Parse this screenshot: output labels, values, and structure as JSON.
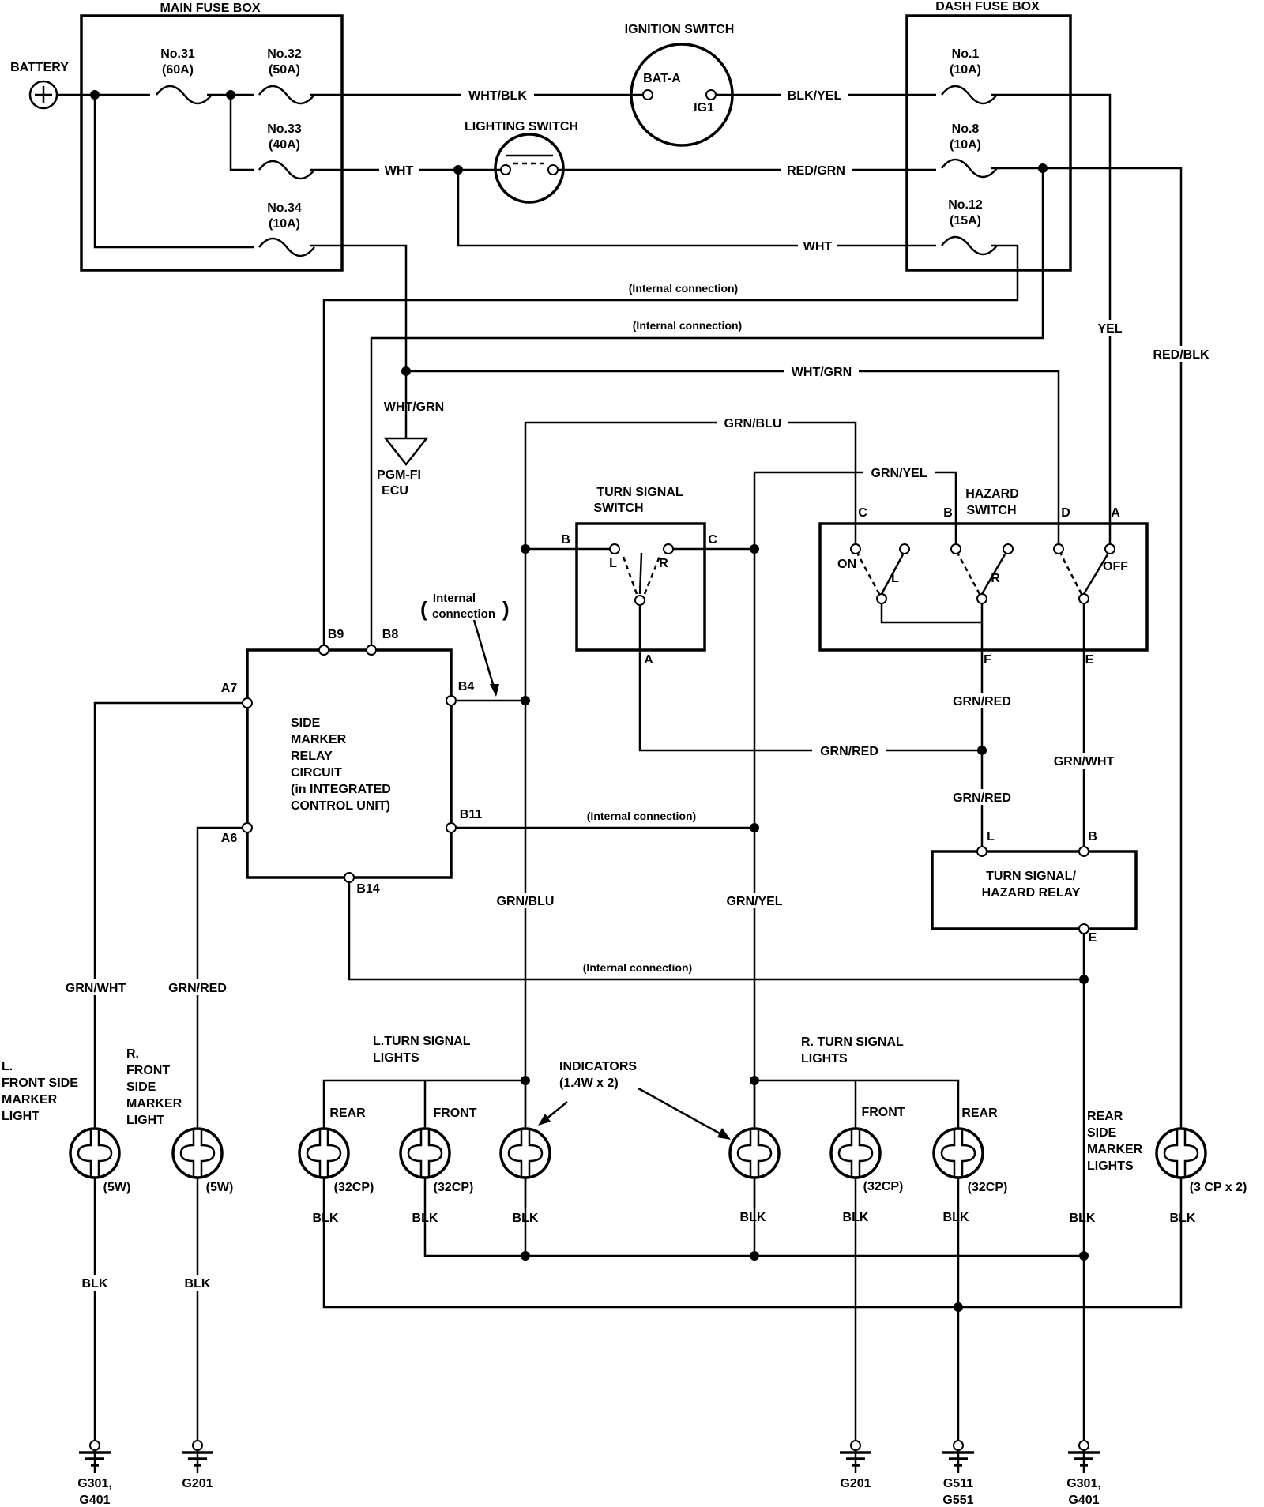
{
  "battery": {
    "label": "BATTERY"
  },
  "main_fuse_box": {
    "title": "MAIN FUSE BOX",
    "fuses": [
      {
        "id": "No.31",
        "rating": "(60A)"
      },
      {
        "id": "No.32",
        "rating": "(50A)"
      },
      {
        "id": "No.33",
        "rating": "(40A)"
      },
      {
        "id": "No.34",
        "rating": "(10A)"
      }
    ]
  },
  "dash_fuse_box": {
    "title": "DASH FUSE BOX",
    "fuses": [
      {
        "id": "No.1",
        "rating": "(10A)"
      },
      {
        "id": "No.8",
        "rating": "(10A)"
      },
      {
        "id": "No.12",
        "rating": "(15A)"
      }
    ]
  },
  "ignition_switch": {
    "title": "IGNITION SWITCH",
    "bat": "BAT-A",
    "ig": "IG1"
  },
  "lighting_switch": {
    "title": "LIGHTING SWITCH"
  },
  "wires": {
    "wht_blk": "WHT/BLK",
    "blk_yel": "BLK/YEL",
    "wht_1": "WHT",
    "red_grn": "RED/GRN",
    "wht_2": "WHT",
    "internal_1": "(Internal connection)",
    "internal_2": "(Internal connection)",
    "yel": "YEL",
    "red_blk": "RED/BLK",
    "wht_grn_1": "WHT/GRN",
    "wht_grn_2": "WHT/GRN",
    "grn_blu_top": "GRN/BLU",
    "grn_yel_top": "GRN/YEL",
    "grn_red_1": "GRN/RED",
    "grn_red_2": "GRN/RED",
    "grn_red_3": "GRN/RED",
    "grn_wht_right": "GRN/WHT",
    "internal_3": "(Internal connection)",
    "internal_4": "(Internal connection)",
    "grn_blu_bottom": "GRN/BLU",
    "grn_yel_bottom": "GRN/YEL",
    "grn_wht_left": "GRN/WHT",
    "grn_red_left": "GRN/RED",
    "blk": "BLK"
  },
  "pgm_fi": {
    "line1": "PGM-FI",
    "line2": "ECU"
  },
  "internal_conn_note": {
    "line1": "Internal",
    "line2": "connection"
  },
  "turn_signal_switch": {
    "line1": "TURN SIGNAL",
    "line2": "SWITCH",
    "terminals": {
      "b": "B",
      "c": "C",
      "a": "A",
      "l": "L",
      "r": "R"
    }
  },
  "hazard_switch": {
    "line1": "HAZARD",
    "line2": "SWITCH",
    "terminals": {
      "c": "C",
      "b": "B",
      "d": "D",
      "a": "A",
      "f": "F",
      "e": "E"
    },
    "on": "ON",
    "off": "OFF",
    "l": "L",
    "r": "R"
  },
  "side_marker_relay": {
    "lines": [
      "SIDE",
      "MARKER",
      "RELAY",
      "CIRCUIT",
      "(in INTEGRATED",
      "CONTROL UNIT)"
    ],
    "pins": {
      "b9": "B9",
      "b8": "B8",
      "a7": "A7",
      "b4": "B4",
      "b11": "B11",
      "a6": "A6",
      "b14": "B14"
    }
  },
  "turn_signal_hazard_relay": {
    "line1": "TURN SIGNAL/",
    "line2": "HAZARD RELAY",
    "pins": {
      "l": "L",
      "b": "B",
      "e": "E"
    }
  },
  "lamps": {
    "l_front_side_marker": {
      "lines": [
        "L.",
        "FRONT SIDE",
        "MARKER",
        "LIGHT"
      ],
      "rating": "(5W)"
    },
    "r_front_side_marker": {
      "lines": [
        "R.",
        "FRONT",
        "SIDE",
        "MARKER",
        "LIGHT"
      ],
      "rating": "(5W)"
    },
    "l_turn_group": {
      "line1": "L.TURN SIGNAL",
      "line2": "LIGHTS"
    },
    "r_turn_group": {
      "line1": "R. TURN SIGNAL",
      "line2": "LIGHTS"
    },
    "indicators": {
      "line1": "INDICATORS",
      "line2": "(1.4W x 2)"
    },
    "l_rear": {
      "label": "REAR",
      "rating": "(32CP)"
    },
    "l_front": {
      "label": "FRONT",
      "rating": "(32CP)"
    },
    "r_front": {
      "label": "FRONT",
      "rating": "(32CP)"
    },
    "r_rear": {
      "label": "REAR",
      "rating": "(32CP)"
    },
    "rear_side_marker": {
      "lines": [
        "REAR",
        "SIDE",
        "MARKER",
        "LIGHTS"
      ],
      "rating": "(3 CP x 2)"
    }
  },
  "grounds": {
    "g1": {
      "line1": "G301,",
      "line2": "G401"
    },
    "g2": {
      "line1": "G201"
    },
    "g3": {
      "line1": "G201"
    },
    "g4": {
      "line1": "G511",
      "line2": "G551"
    },
    "g5": {
      "line1": "G301,",
      "line2": "G401"
    }
  }
}
